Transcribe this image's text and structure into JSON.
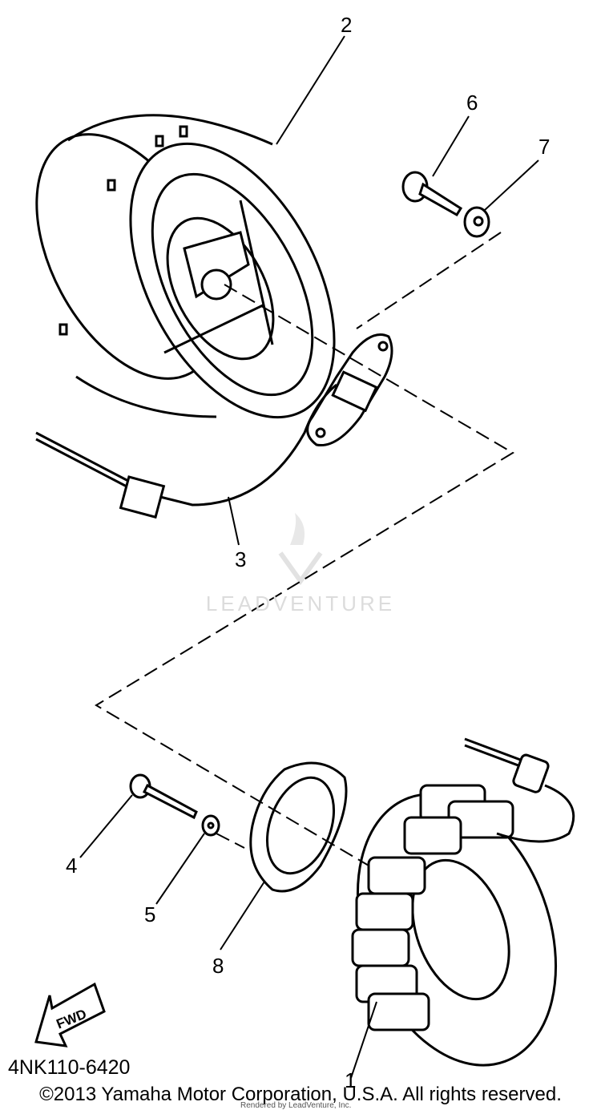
{
  "diagram_code": "4NK110-6420",
  "copyright": "©2013 Yamaha Motor Corporation, U.S.A. All rights reserved.",
  "rendered_by": "Rendered by LeadVenture, Inc.",
  "watermark": "LEADVENTURE",
  "fwd_label": "FWD",
  "callouts": {
    "c1": "1",
    "c2": "2",
    "c3": "3",
    "c4": "4",
    "c5": "5",
    "c6": "6",
    "c7": "7",
    "c8": "8"
  }
}
